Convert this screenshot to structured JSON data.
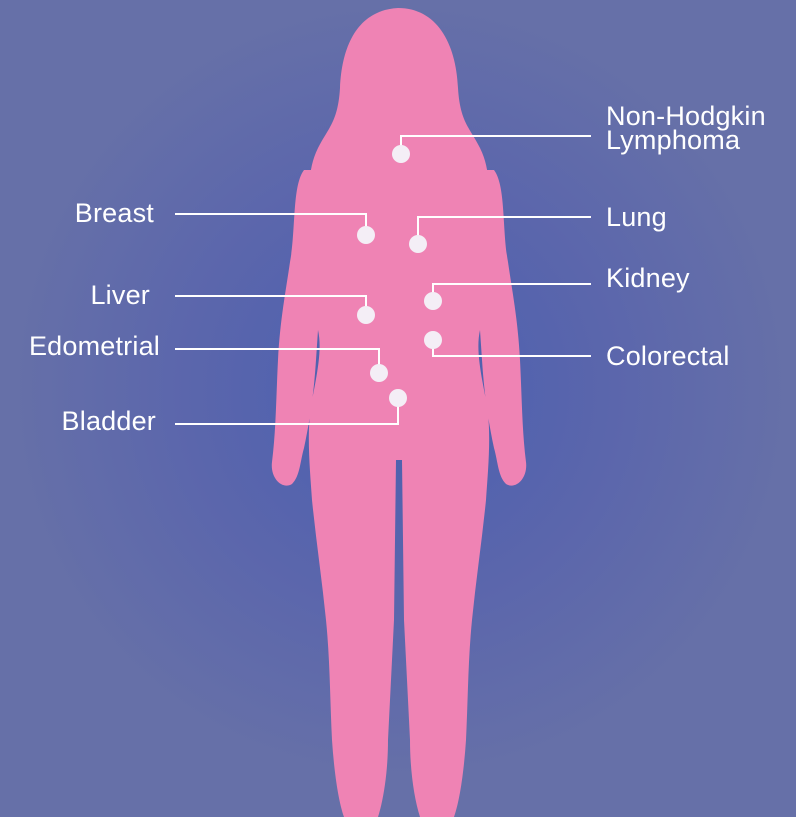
{
  "colors": {
    "background": "#6670a8",
    "glow_center": "#4a5fb0",
    "body": "#ef83b4",
    "marker": "#f4eef6",
    "leader_line": "#ffffff",
    "label_text": "#ffffff"
  },
  "labels": {
    "lymphoma_line1": "Non-Hodgkin",
    "lymphoma_line2": "Lymphoma",
    "lung": "Lung",
    "kidney": "Kidney",
    "colorectal": "Colorectal",
    "breast": "Breast",
    "liver": "Liver",
    "endometrial": "Edometrial",
    "bladder": "Bladder"
  }
}
